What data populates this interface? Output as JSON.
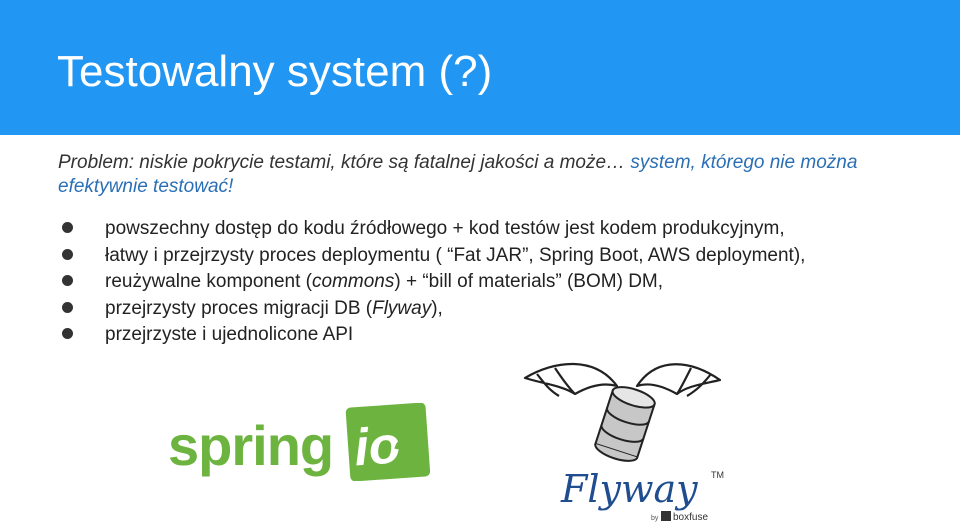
{
  "slide": {
    "title": "Testowalny system (?)",
    "problem": {
      "part1": "Problem: niskie pokrycie testami, które są fatalnej jakości a może… ",
      "part2": "system, którego nie można efektywnie testować!"
    },
    "bullets": [
      {
        "a": "powszechny dostęp do kodu źródłowego + kod testów jest kodem produkcyjnym,",
        "i": "",
        "b": ""
      },
      {
        "a": "łatwy i przejrzysty proces deploymentu ( “Fat JAR”, Spring Boot, AWS deployment),",
        "i": "",
        "b": ""
      },
      {
        "a": "reużywalne komponent (",
        "i": "commons",
        "b": ") +  “bill of materials” (BOM) DM,"
      },
      {
        "a": "przejrzysty proces migracji DB (",
        "i": "Flyway",
        "b": "),"
      },
      {
        "a": "przejrzyste i ujednolicone API",
        "i": "",
        "b": ""
      }
    ],
    "logos": {
      "spring_text": "spring",
      "spring_badge": "io",
      "flyway_text": "Flyway",
      "flyway_tm": "TM",
      "boxfuse_by": "by",
      "boxfuse_text": "boxfuse"
    },
    "colors": {
      "header": "#2196f3",
      "spring_green": "#6db33f",
      "flyway_blue": "#1f4d8f",
      "problem_highlight": "#2a6fb5"
    }
  }
}
